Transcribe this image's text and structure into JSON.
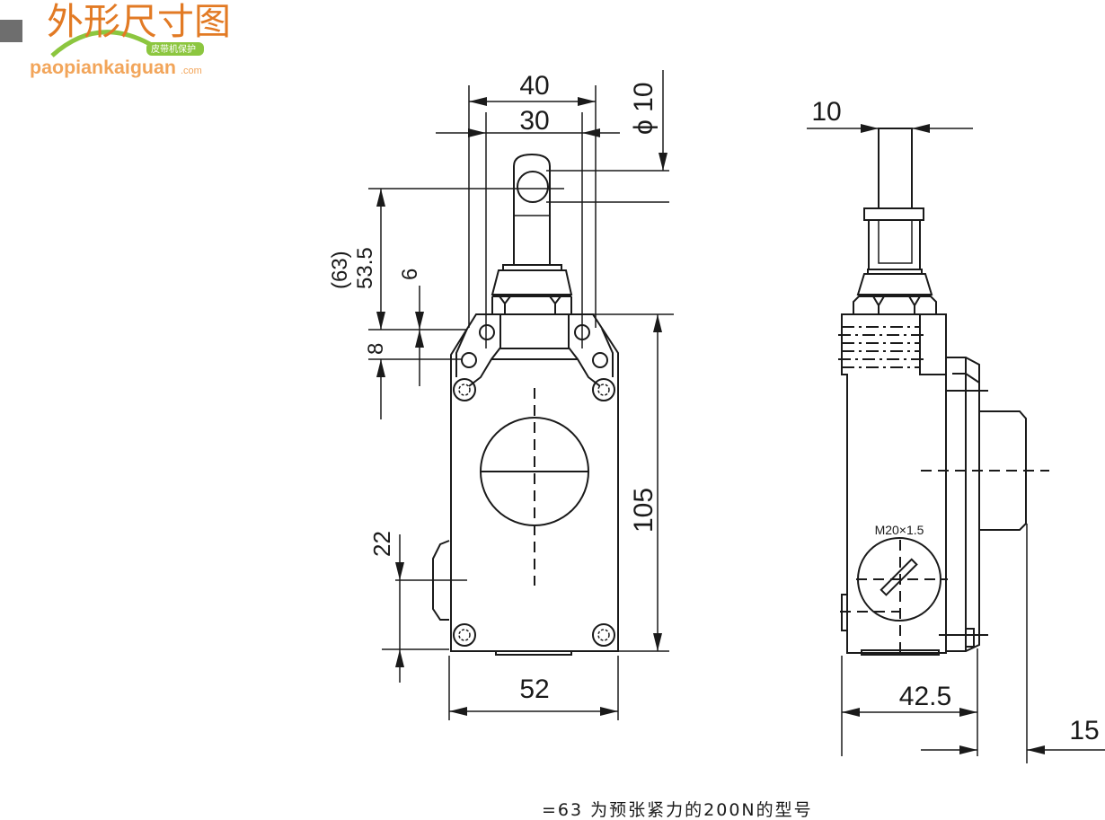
{
  "header": {
    "title": "外形尺寸图",
    "badge": "皮带机保护",
    "site": "paopiankaiguan",
    "site_suffix": ".com",
    "colors": {
      "title": "#e27a24",
      "badge": "#8cc63f",
      "marker": "#6e6e6e"
    }
  },
  "front_view": {
    "dim_width_top": "40",
    "dim_shaft_span": "30",
    "dim_roller_dia": "ϕ 10",
    "dim_height_roller": "53.5",
    "dim_height_alt": "(63)",
    "dim_6": "6",
    "dim_8": "8",
    "dim_22": "22",
    "dim_105": "105",
    "dim_52": "52"
  },
  "side_view": {
    "dim_10": "10",
    "thread_label": "M20×1.5",
    "dim_42_5": "42.5",
    "dim_15": "15"
  },
  "footnote": "=63 为预张紧力的200N的型号"
}
